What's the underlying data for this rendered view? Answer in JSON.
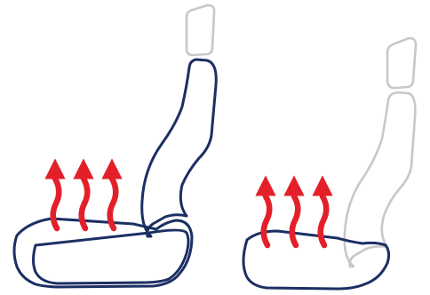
{
  "illustration": {
    "subject": "seat-heating-illustration",
    "colors": {
      "background": "#ffffff",
      "active_outline": "#1b2f63",
      "muted_outline": "#c8c8c8",
      "heat_arrow": "#e3202a"
    },
    "seats": [
      {
        "name": "left-seat",
        "heated_parts": [
          "cushion",
          "backrest"
        ],
        "icons": [
          "headrest-icon",
          "backrest-icon",
          "cushion-icon",
          "heat-arrows-icon"
        ],
        "arrow_count": 3
      },
      {
        "name": "right-seat",
        "heated_parts": [
          "cushion"
        ],
        "icons": [
          "headrest-icon",
          "backrest-icon",
          "cushion-icon",
          "heat-arrows-icon"
        ],
        "arrow_count": 3
      }
    ]
  }
}
